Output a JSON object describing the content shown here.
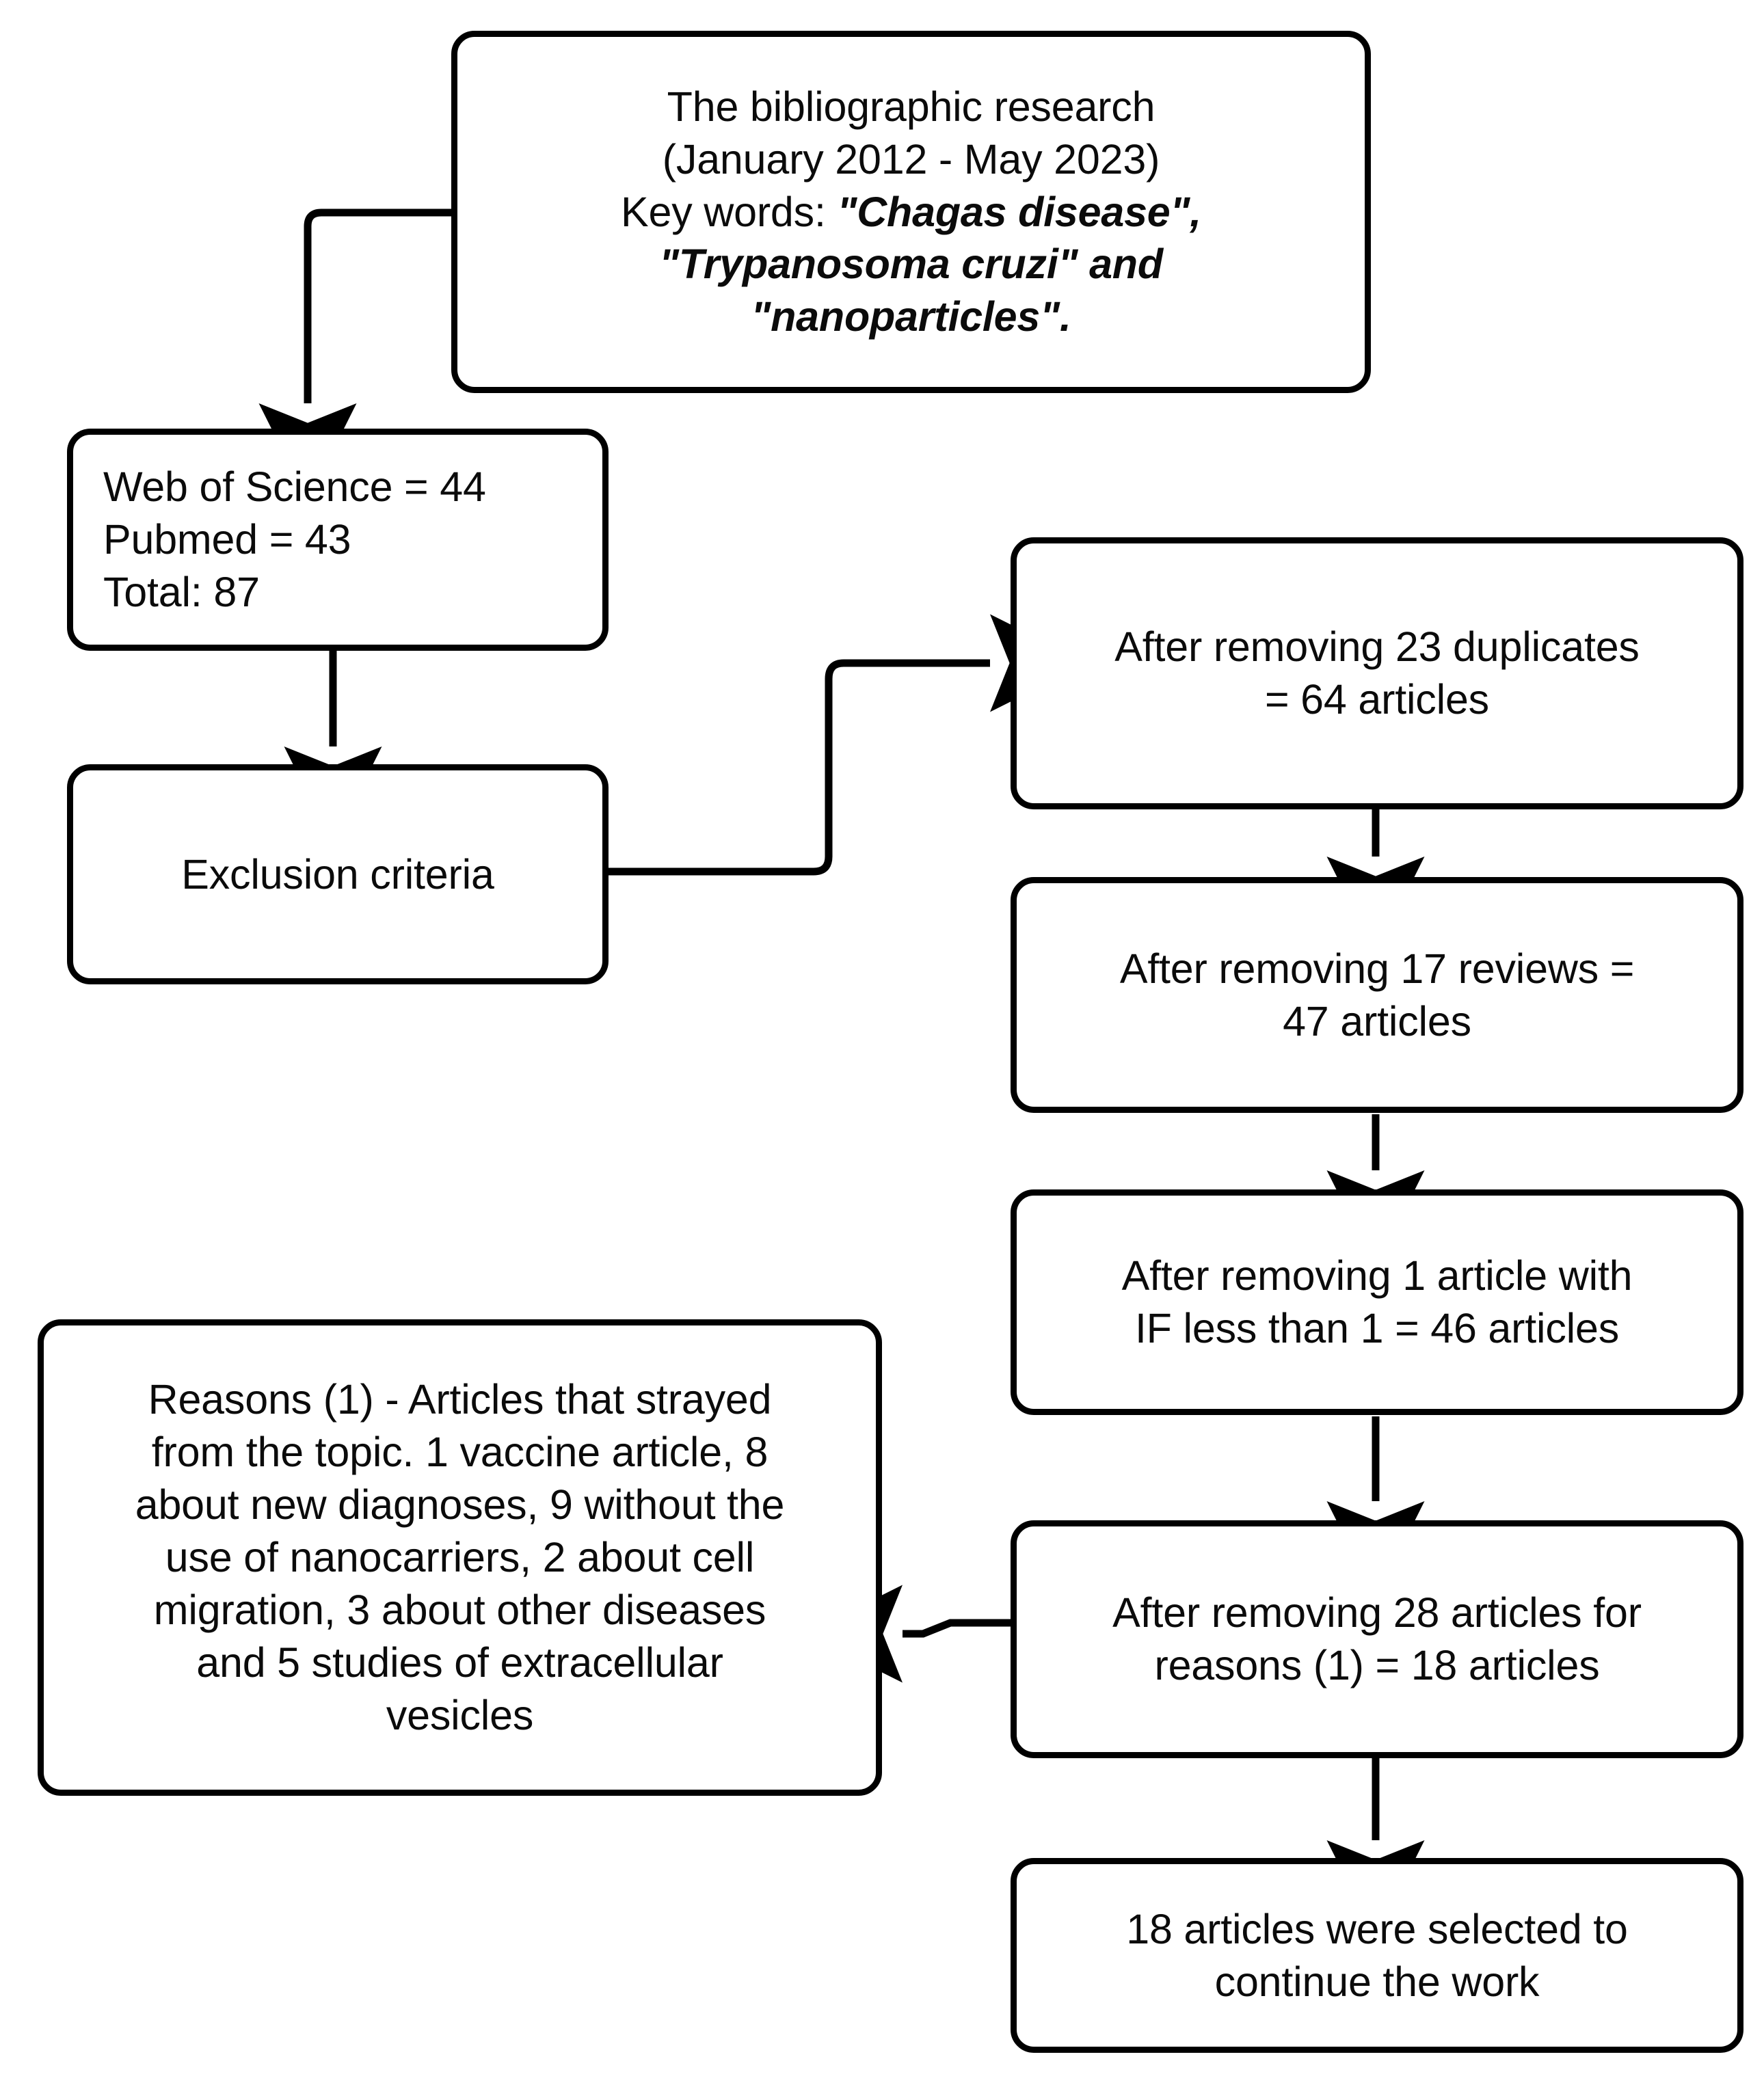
{
  "diagram": {
    "title": "Bibliographic research screening flowchart",
    "type": "flowchart",
    "stroke_color": "#000000",
    "fill_color": "#ffffff",
    "text_color": "#0b0b0b"
  },
  "nodes": {
    "search": {
      "line1": "The bibliographic research",
      "line2": "(January 2012 - May 2023)",
      "line3_prefix": "Key words: ",
      "line3_italic": "\"Chagas disease\",",
      "line4_italic": "\"Trypanosoma cruzi\" and",
      "line5_italic": "\"nanoparticles\"."
    },
    "databases": {
      "line1": "Web of Science =  44",
      "line2": "Pubmed = 43",
      "line3": "Total: 87"
    },
    "exclusion": {
      "label": "Exclusion criteria"
    },
    "duplicates": {
      "line1": "After removing 23 duplicates",
      "line2": "= 64 articles"
    },
    "reviews": {
      "line1": "After removing 17 reviews =",
      "line2": "47 articles"
    },
    "impact_factor": {
      "line1": "After removing 1 article with",
      "line2": "IF less than 1 = 46 articles"
    },
    "reasons_removed": {
      "line1": "After removing 28 articles for",
      "line2": "reasons (1) = 18 articles"
    },
    "final": {
      "line1": "18 articles were selected to",
      "line2": "continue the work"
    },
    "reasons_detail": {
      "line1": "Reasons (1) - Articles that strayed",
      "line2": "from the topic. 1 vaccine article, 8",
      "line3": "about new diagnoses, 9 without the",
      "line4": "use of nanocarriers, 2 about cell",
      "line5": "migration, 3 about other diseases",
      "line6": "and 5 studies of extracellular",
      "line7": "vesicles"
    }
  },
  "edges": [
    {
      "name": "search-to-databases",
      "from": "search",
      "to": "databases",
      "arrow": "down"
    },
    {
      "name": "databases-to-exclusion",
      "from": "databases",
      "to": "exclusion",
      "arrow": "down"
    },
    {
      "name": "exclusion-to-duplicates",
      "from": "exclusion",
      "to": "duplicates",
      "arrow": "right"
    },
    {
      "name": "duplicates-to-reviews",
      "from": "duplicates",
      "to": "reviews",
      "arrow": "down"
    },
    {
      "name": "reviews-to-impact-factor",
      "from": "reviews",
      "to": "impact_factor",
      "arrow": "down"
    },
    {
      "name": "impact-factor-to-reasons-removed",
      "from": "impact_factor",
      "to": "reasons_removed",
      "arrow": "down"
    },
    {
      "name": "reasons-removed-to-reasons-detail",
      "from": "reasons_removed",
      "to": "reasons_detail",
      "arrow": "left"
    },
    {
      "name": "reasons-removed-to-final",
      "from": "reasons_removed",
      "to": "final",
      "arrow": "down"
    }
  ]
}
